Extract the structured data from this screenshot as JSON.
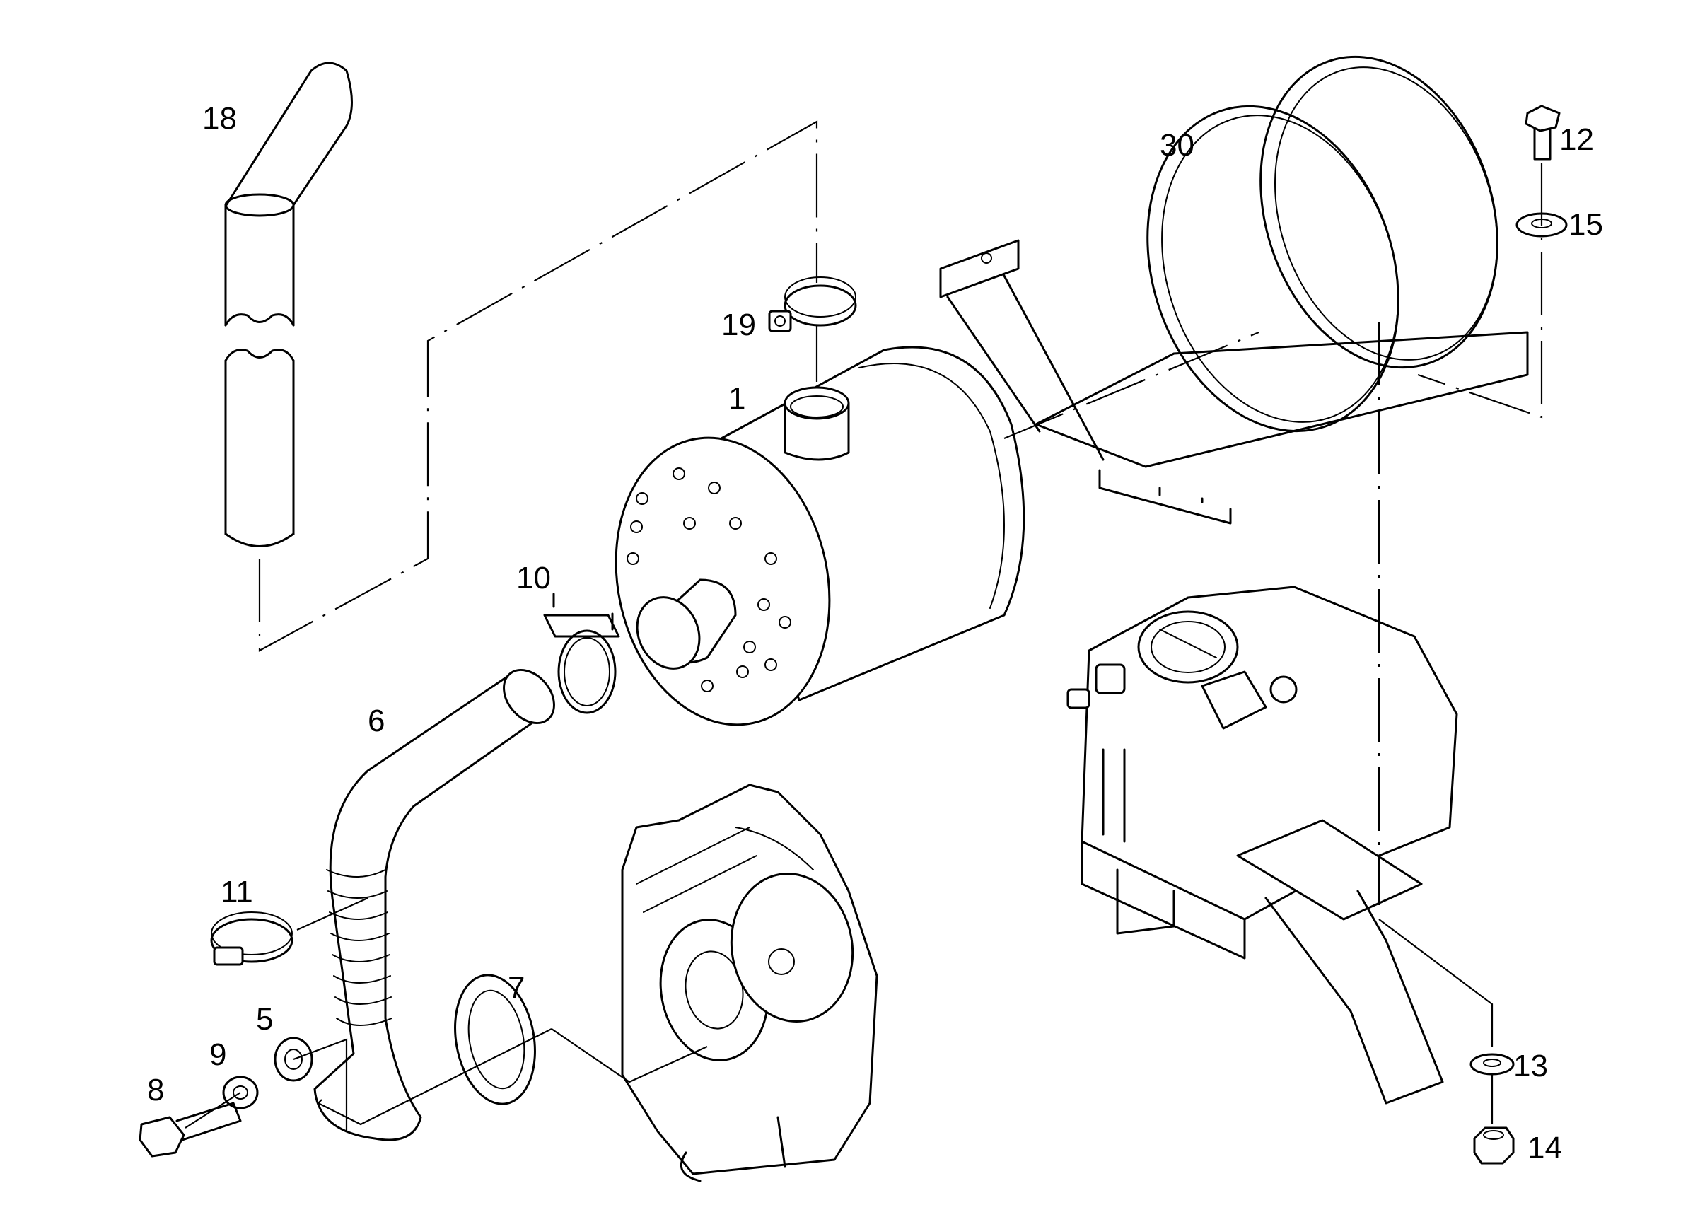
{
  "callouts": {
    "c1": "1",
    "c5": "5",
    "c6": "6",
    "c7": "7",
    "c8": "8",
    "c9": "9",
    "c10": "10",
    "c11": "11",
    "c12": "12",
    "c13": "13",
    "c14": "14",
    "c15": "15",
    "c18": "18",
    "c19": "19",
    "c30": "30"
  },
  "colors": {
    "line": "#000000",
    "background": "#ffffff"
  }
}
